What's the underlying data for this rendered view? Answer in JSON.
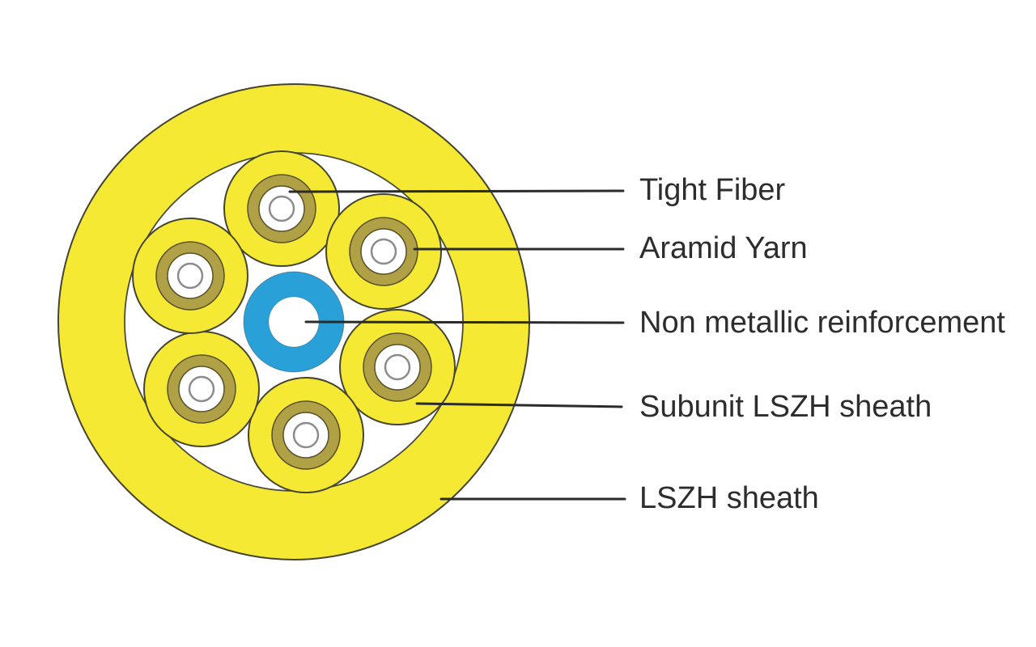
{
  "diagram": {
    "type": "fiber-optic-cable-cross-section",
    "fiber_count": 6,
    "labels": [
      {
        "id": "tight-fiber",
        "text": "Tight Fiber"
      },
      {
        "id": "aramid-yarn",
        "text": "Aramid Yarn"
      },
      {
        "id": "non-metallic-reinforcement",
        "text": "Non metallic reinforcement"
      },
      {
        "id": "subunit-lszh-sheath",
        "text": "Subunit LSZH sheath"
      },
      {
        "id": "lszh-sheath",
        "text": "LSZH sheath"
      }
    ],
    "colors": {
      "sheath_yellow": "#F6E934",
      "aramid_khaki": "#B0A046",
      "reinforcement_blue": "#29A0D8",
      "outline_dark": "#45452F",
      "leader_line": "#2B2B2B",
      "fiber_stroke": "#8C8C8C",
      "text": "#2D2D2D",
      "background": "#FFFFFF"
    }
  }
}
